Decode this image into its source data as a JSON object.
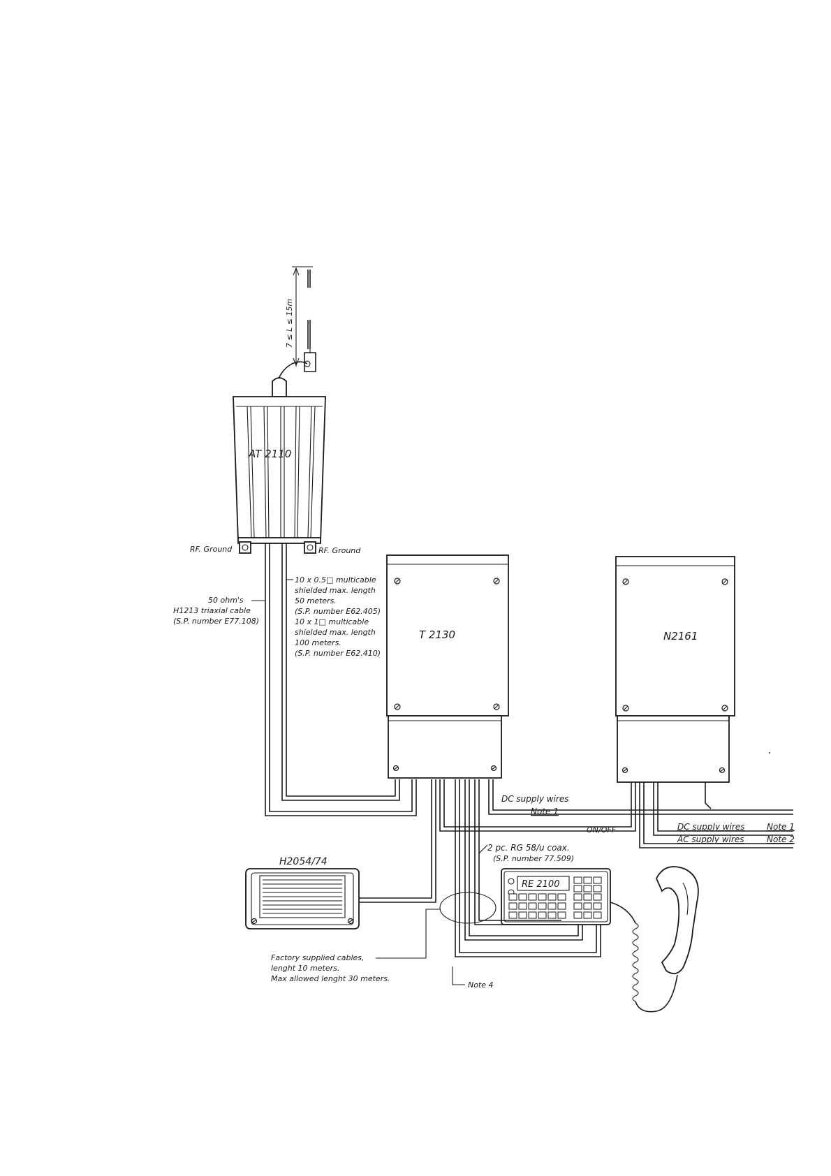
{
  "units": {
    "antenna_tuner": "AT 2110",
    "transceiver": "T 2130",
    "power_supply": "N2161",
    "loudspeaker": "H2054/74",
    "remote_control": "RE 2100"
  },
  "antenna": {
    "length_label": "7 ≤ L ≤ 15m"
  },
  "ground": {
    "left": "RF. Ground",
    "right": "RF. Ground"
  },
  "triax_label": [
    "50 ohm's",
    "H1213 triaxial cable",
    "(S.P. number E77.108)"
  ],
  "multicable_label": [
    "10 x 0.5□ multicable",
    "shielded max. length",
    "50 meters.",
    "(S.P. number E62.405)",
    "10 x 1□ multicable",
    "shielded max. length",
    "100 meters.",
    "(S.P. number E62.410)"
  ],
  "dc_supply_t2130": [
    "DC supply wires",
    "Note 1"
  ],
  "on_off": "ON/OFF",
  "n2161_supply": {
    "dc": "DC supply wires",
    "dc_note": "Note 1",
    "ac": "AC supply wires",
    "ac_note": "Note 2"
  },
  "coax_label": [
    "2 pc. RG 58/u coax.",
    "(S.P. number 77.509)"
  ],
  "factory_label": [
    "Factory supplied cables,",
    "lenght 10 meters.",
    "Max allowed lenght 30 meters."
  ],
  "note4": "Note 4"
}
